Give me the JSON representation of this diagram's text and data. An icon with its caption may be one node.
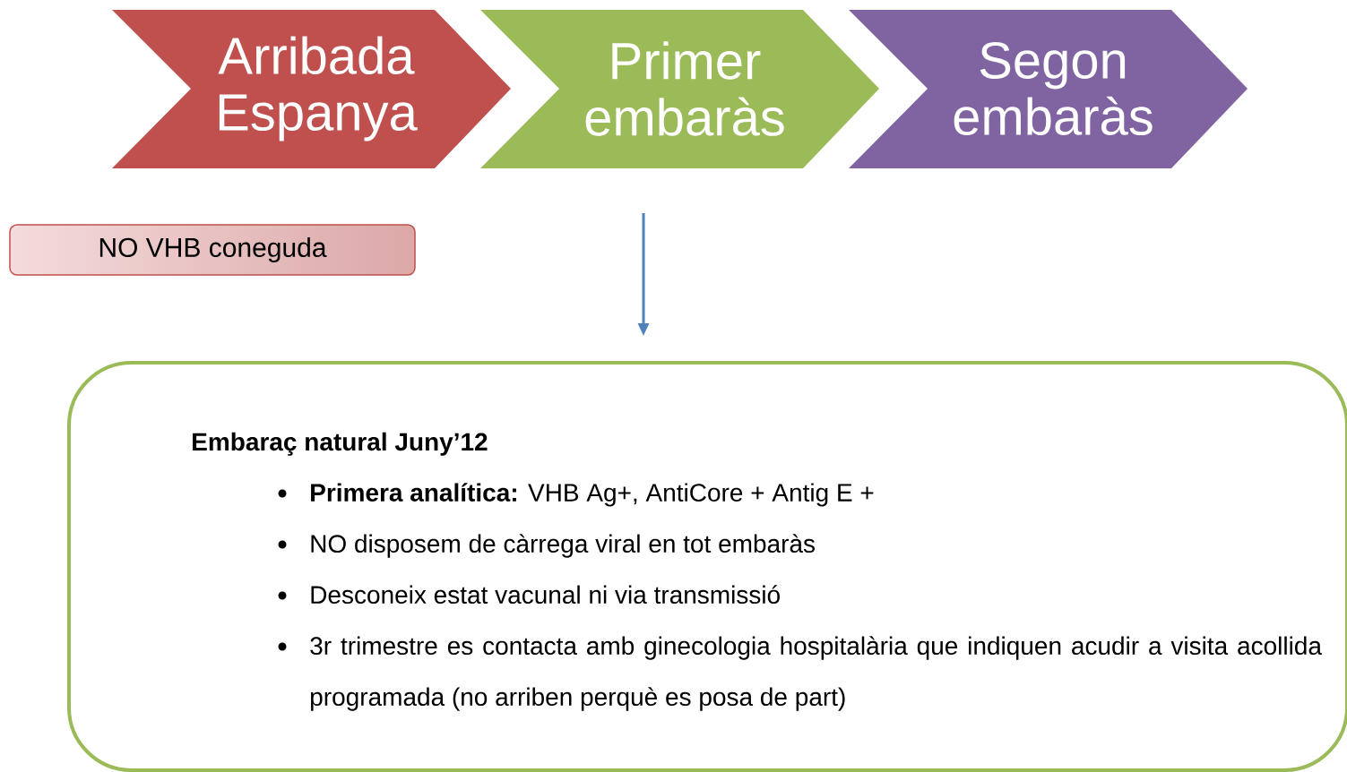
{
  "diagram": {
    "nodes": [
      {
        "text": [
          "Arribada Espanya"
        ]
      },
      {
        "text": [
          "Primer embaràs"
        ]
      },
      {
        "text": [
          "Segon embaràs"
        ]
      },
      {
        "text": [
          "NO VHB coneguda"
        ]
      },
      {
        "text": [
          "Embaraç natural Juny’12",
          "**Primera analítica:** VHB Ag+, AntiCore + Antig E +",
          "NO disposem de càrrega viral en tot embaràs",
          "Desconeix estat vacunal ni via transmissió",
          "3r trimestre es contacta amb ginecologia hospitalària que indiquen acudir a visita acollida programada (no arriben perquè es posa de part)"
        ]
      }
    ],
    "edges": [
      {
        "from": null,
        "to": 4,
        "arrow": "to"
      }
    ]
  }
}
